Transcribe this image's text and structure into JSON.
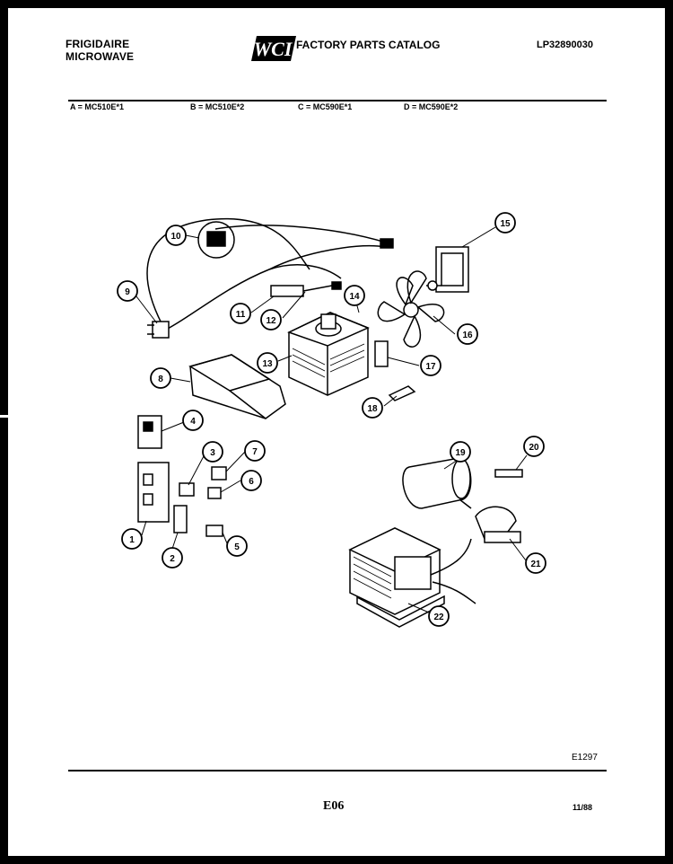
{
  "header": {
    "brand_line1": "FRIGIDAIRE",
    "brand_line2": "MICROWAVE",
    "logo_text": "WCI",
    "catalog_title": "FACTORY PARTS CATALOG",
    "doc_number": "LP32890030"
  },
  "models": [
    {
      "label": "A = MC510E*1"
    },
    {
      "label": "B = MC510E*2"
    },
    {
      "label": "C = MC590E*1"
    },
    {
      "label": "D = MC590E*2"
    }
  ],
  "callouts": [
    "1",
    "2",
    "3",
    "4",
    "5",
    "6",
    "7",
    "8",
    "9",
    "10",
    "11",
    "12",
    "13",
    "14",
    "15",
    "16",
    "17",
    "18",
    "19",
    "20",
    "21",
    "22"
  ],
  "footer": {
    "diagram_code": "E1297",
    "page": "E06",
    "date": "11/88"
  }
}
